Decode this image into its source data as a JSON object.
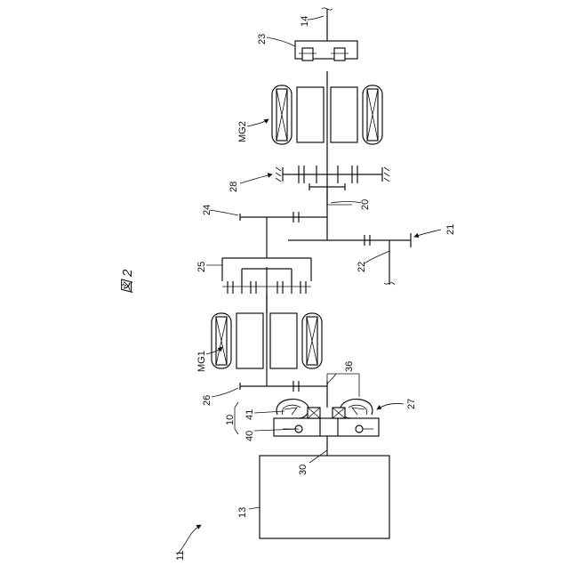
{
  "figure": {
    "title": "図 2"
  },
  "labels": {
    "l11": "11",
    "l13": "13",
    "l30": "30",
    "l40": "40",
    "l10": "10",
    "l41": "41",
    "l27": "27",
    "l26": "26",
    "l36": "36",
    "lMG1": "MG1",
    "l25": "25",
    "l22": "22",
    "l21": "21",
    "l24": "24",
    "l20": "20",
    "l28": "28",
    "lMG2": "MG2",
    "l23": "23",
    "l14": "14"
  }
}
